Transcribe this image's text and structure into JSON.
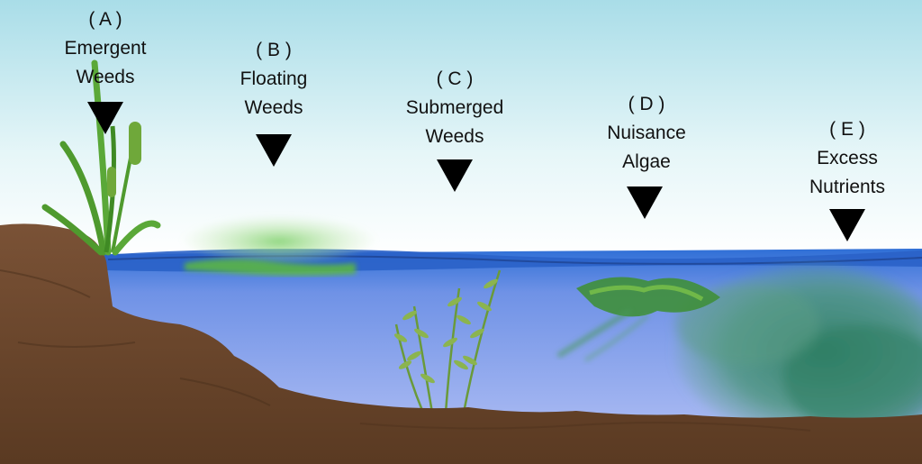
{
  "labels": [
    {
      "letter": "( A )",
      "lines": [
        "Emergent",
        "Weeds"
      ]
    },
    {
      "letter": "( B )",
      "lines": [
        "Floating",
        "Weeds"
      ]
    },
    {
      "letter": "( C )",
      "lines": [
        "Submerged",
        "Weeds"
      ]
    },
    {
      "letter": "( D )",
      "lines": [
        "Nuisance",
        "Algae"
      ]
    },
    {
      "letter": "( E )",
      "lines": [
        "Excess",
        "Nutrients"
      ]
    }
  ],
  "colors": {
    "sky_top": "#a9dde8",
    "sky_bottom": "#ffffff",
    "water_surface": "#2f6fd6",
    "water_deep": "#9fb4f0",
    "soil": "#7a5236",
    "soil_dark": "#553620",
    "plant_green": "#4f9a2e",
    "algae_green": "#3f8f3a",
    "nutrient_cloud": "#3a8a6a",
    "arrow": "#000000"
  }
}
